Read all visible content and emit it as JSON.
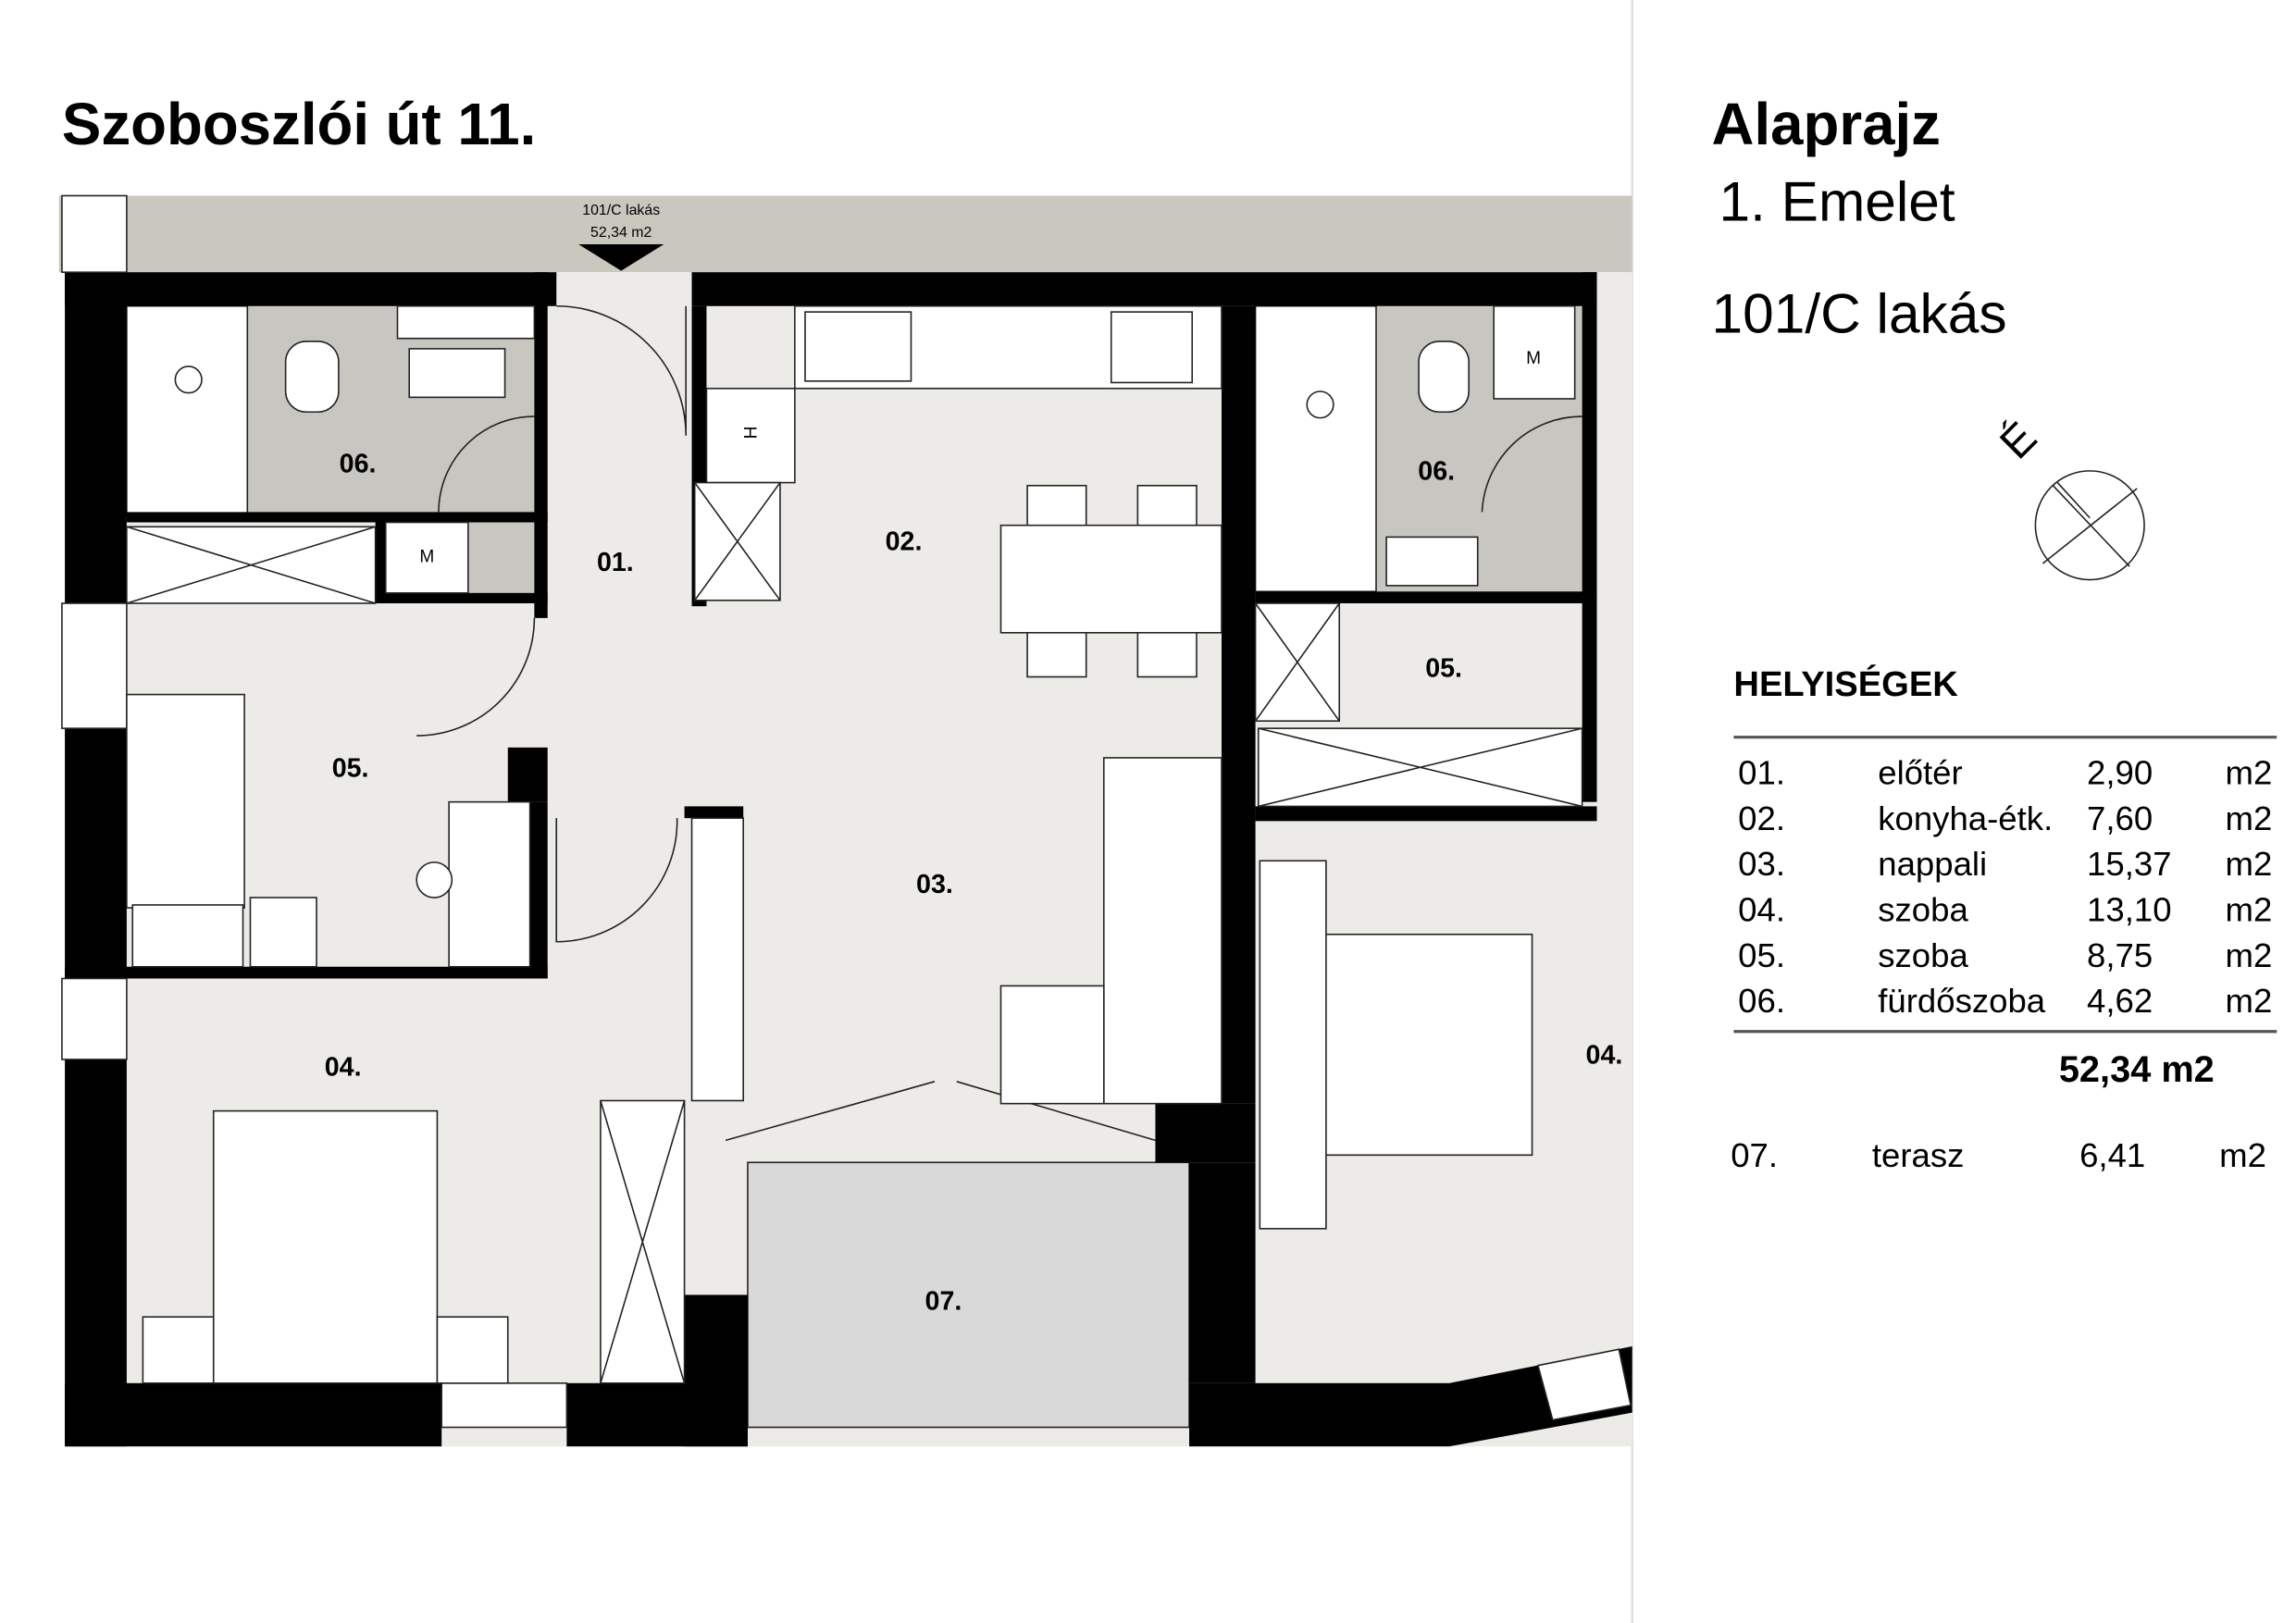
{
  "header": {
    "address": "Szoboszlói út 11."
  },
  "panel": {
    "title": "Alaprajz",
    "floor": "1. Emelet",
    "unit": "101/C lakás",
    "north_label": "É",
    "rooms_heading": "HELYISÉGEK",
    "rooms": [
      {
        "no": "01.",
        "name": "előtér",
        "area": "2,90",
        "unit": "m2"
      },
      {
        "no": "02.",
        "name": "konyha-étk.",
        "area": "7,60",
        "unit": "m2"
      },
      {
        "no": "03.",
        "name": "nappali",
        "area": "15,37",
        "unit": "m2"
      },
      {
        "no": "04.",
        "name": "szoba",
        "area": "13,10",
        "unit": "m2"
      },
      {
        "no": "05.",
        "name": "szoba",
        "area": "8,75",
        "unit": "m2"
      },
      {
        "no": "06.",
        "name": "fürdőszoba",
        "area": "4,62",
        "unit": "m2"
      }
    ],
    "total": "52,34 m2",
    "terrace": {
      "no": "07.",
      "name": "terasz",
      "area": "6,41",
      "unit": "m2"
    }
  },
  "plan": {
    "entry_unit": "101/C lakás",
    "entry_area": "52,34 m2",
    "room_labels": {
      "r01": "01.",
      "r02": "02.",
      "r03": "03.",
      "r04": "04.",
      "r05": "05.",
      "r06": "06.",
      "r07": "07.",
      "r05b": "05.",
      "r06b": "06.",
      "r04b": "04."
    },
    "washer_label": "M",
    "hob_label": "H"
  }
}
